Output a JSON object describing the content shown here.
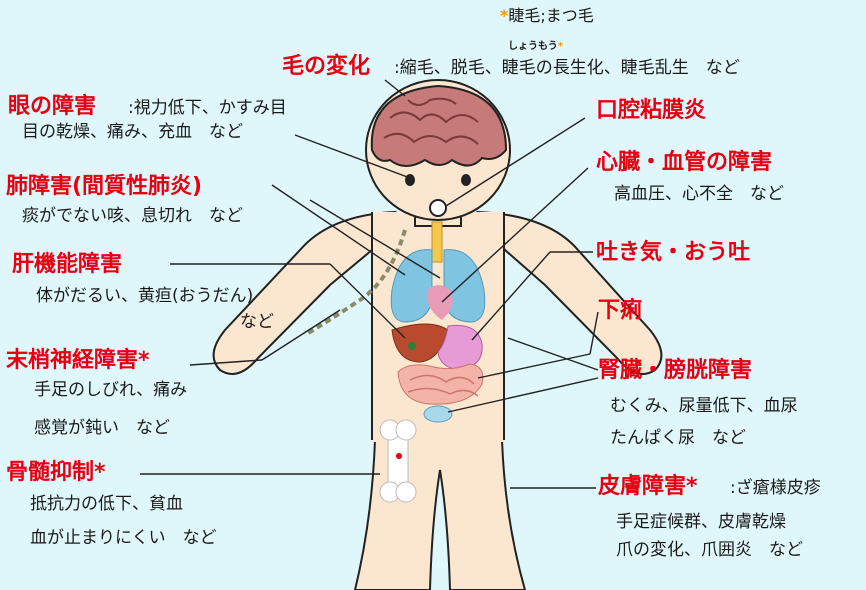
{
  "footnote": {
    "star": "*",
    "text": "睫毛;まつ毛"
  },
  "hair": {
    "title": "毛の変化",
    "desc": ":縮毛、脱毛、睫毛の長生化、睫毛乱生　など",
    "ruby": "しょうもう",
    "ruby_star": "*"
  },
  "eye": {
    "title": "眼の障害",
    "desc1": ":視力低下、かすみ目",
    "desc2": "目の乾燥、痛み、充血　など"
  },
  "lung": {
    "title": "肺障害(間質性肺炎)",
    "desc": "痰がでない咳、息切れ　など"
  },
  "liver": {
    "title": "肝機能障害",
    "desc1": "体がだるい、黄疸(おうだん)",
    "desc2": "など"
  },
  "nerve": {
    "title": "末梢神経障害",
    "star": "*",
    "desc1": "手足のしびれ、痛み",
    "desc2": "感覚が鈍い　など"
  },
  "marrow": {
    "title": "骨髄抑制",
    "star": "*",
    "desc1": "抵抗力の低下、貧血",
    "desc2": "血が止まりにくい　など"
  },
  "mouth": {
    "title": "口腔粘膜炎"
  },
  "heart": {
    "title": "心臓・血管の障害",
    "desc": "高血圧、心不全　など"
  },
  "nausea": {
    "title": "吐き気・おう吐"
  },
  "diarrhea": {
    "title": "下痢"
  },
  "kidney": {
    "title": "腎臓・膀胱障害",
    "desc1": "むくみ、尿量低下、血尿",
    "desc2": "たんぱく尿　など"
  },
  "skin": {
    "title": "皮膚障害",
    "star": "*",
    "desc1": ":ざ瘡様皮疹",
    "desc2": "手足症候群、皮膚乾燥",
    "desc3": "爪の変化、爪囲炎　など"
  },
  "colors": {
    "background": "#dff7fb",
    "heading": "#e60012",
    "star": "#f39800",
    "skin": "#fbe6cf",
    "brain": "#c77a7a",
    "lung": "#7fc4e0",
    "liver": "#b94a2e",
    "stomach": "#e69ad6",
    "bone": "#ffffff"
  }
}
